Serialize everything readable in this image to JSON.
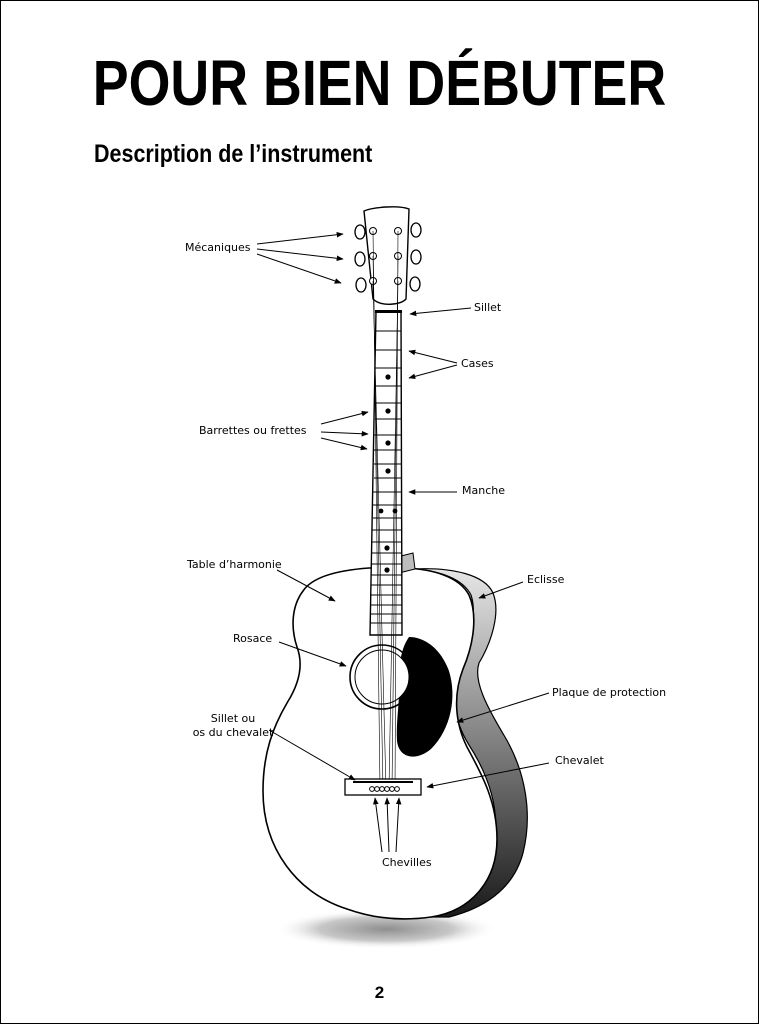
{
  "page": {
    "title": "POUR BIEN DÉBUTER",
    "subtitle": "Description de l’instrument",
    "page_number": "2"
  },
  "diagram": {
    "labels": {
      "mecaniques": "Mécaniques",
      "sillet": "Sillet",
      "cases": "Cases",
      "barrettes": "Barrettes ou frettes",
      "manche": "Manche",
      "table": "Table d’harmonie",
      "eclisse": "Eclisse",
      "rosace": "Rosace",
      "plaque": "Plaque de protection",
      "sillet_chevalet_1": "Sillet ou",
      "sillet_chevalet_2": "os du chevalet",
      "chevalet": "Chevalet",
      "chevilles": "Chevilles"
    }
  }
}
